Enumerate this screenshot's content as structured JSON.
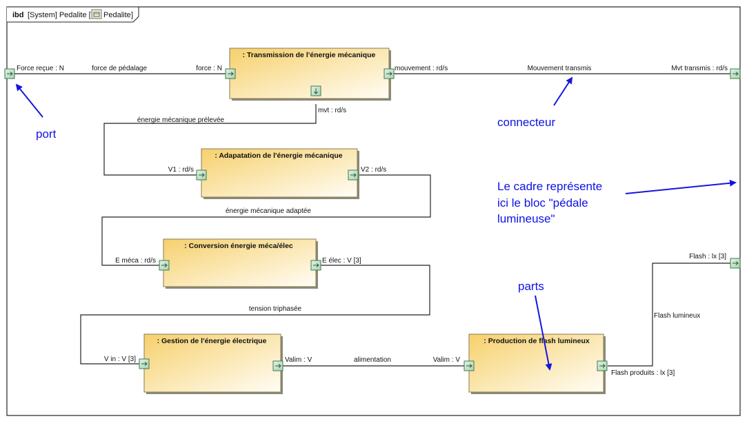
{
  "frame": {
    "kind": "ibd",
    "context": "[System] Pedalite [",
    "block_name": "Pedalite",
    "closing": "]"
  },
  "blocks": [
    {
      "title": ": Transmission de l'énergie mécanique"
    },
    {
      "title": ": Adapatation de l'énergie mécanique"
    },
    {
      "title": ": Conversion énergie méca/élec"
    },
    {
      "title": ": Gestion de l'énergie électrique"
    },
    {
      "title": ": Production de flash lumineux"
    }
  ],
  "ports": {
    "frame_in": "Force reçue : N",
    "trans_in": "force : N",
    "trans_out": "mouvement : rd/s",
    "trans_down": "mvt : rd/s",
    "frame_out_mvt": "Mvt transmis : rd/s",
    "adapt_in": "V1 : rd/s",
    "adapt_out": "V2 : rd/s",
    "conv_in": "E méca : rd/s",
    "conv_out": "E élec : V [3]",
    "gest_in": "V in : V [3]",
    "gest_out": "Valim : V",
    "prod_in": "Valim : V",
    "prod_out": "Flash produits : lx [3]",
    "frame_out_flash": "Flash : lx [3]"
  },
  "connectors": {
    "c1": "force de pédalage",
    "c2": "Mouvement transmis",
    "c3": "énergie mécanique prélevée",
    "c4": "énergie mécanique adaptée",
    "c5": "tension triphasée",
    "c6": "alimentation",
    "c7": "Flash lumineux"
  },
  "annotations": {
    "port": "port",
    "connecteur": "connecteur",
    "cadre_line1": "Le cadre représente",
    "cadre_line2": "ici le bloc  \"pédale",
    "cadre_line3": "lumineuse\"",
    "parts": "parts"
  },
  "colors": {
    "annotation": "#1010e6",
    "block_fill_start": "#f7d67a",
    "block_fill_end": "#fffdf5",
    "port_fill": "#c9e3cf",
    "port_stroke": "#3c7a4c"
  }
}
